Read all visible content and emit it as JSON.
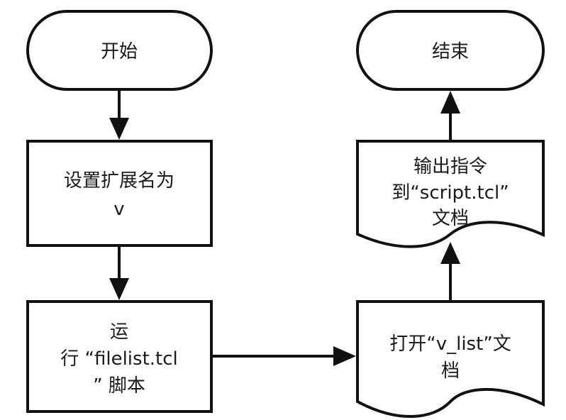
{
  "nodes": {
    "start": {
      "lines": [
        "开始"
      ]
    },
    "set_ext": {
      "lines": [
        "设置扩展名为",
        "v"
      ]
    },
    "run_script": {
      "lines": [
        "运",
        "行 “filelist.tcl",
        "” 脚本"
      ]
    },
    "open_list": {
      "lines": [
        "打开“v_list”文",
        "档"
      ]
    },
    "output_cmd": {
      "lines": [
        "输出指令",
        "到“script.tcl”",
        "文档"
      ]
    },
    "end": {
      "lines": [
        "结束"
      ]
    }
  },
  "colors": {
    "stroke": "#111111",
    "fill": "#ffffff",
    "text": "#1a1a1a"
  }
}
